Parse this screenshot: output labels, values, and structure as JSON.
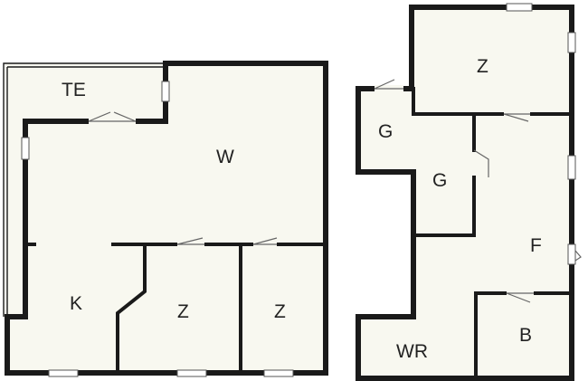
{
  "rooms": {
    "te": "TE",
    "w": "W",
    "k": "K",
    "z_left_1": "Z",
    "z_left_2": "Z",
    "z_right_top": "Z",
    "g_1": "G",
    "g_2": "G",
    "f": "F",
    "wr": "WR",
    "b": "B"
  }
}
